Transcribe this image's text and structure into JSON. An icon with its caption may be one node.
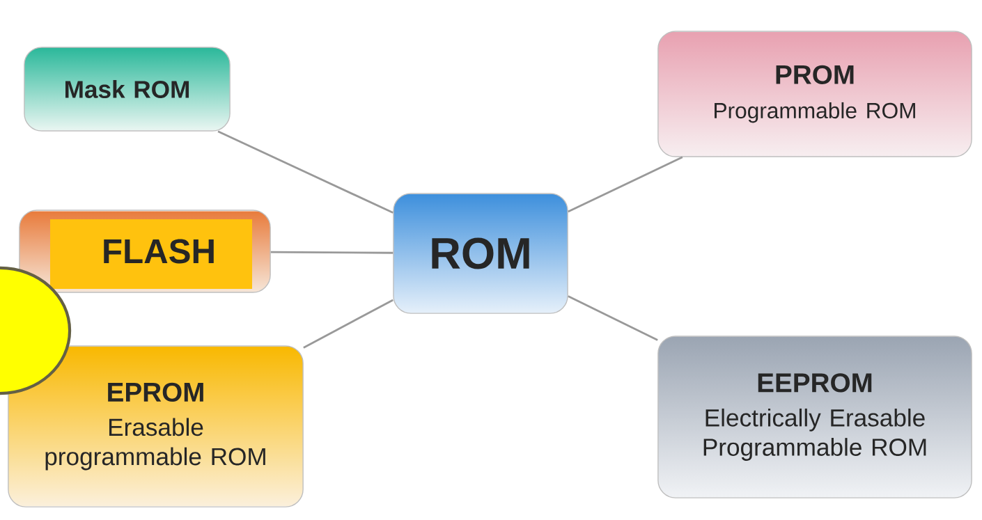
{
  "diagram": {
    "nodes": [
      {
        "text": [
          "ROM"
        ]
      },
      {
        "text": [
          "Mask ROM"
        ]
      },
      {
        "text": [
          "PROM",
          "Programmable ROM"
        ]
      },
      {
        "text": [
          "FLASH"
        ]
      },
      {
        "text": [
          "EPROM",
          "Erasable programmable ROM"
        ]
      },
      {
        "text": [
          "EEPROM",
          "Electrically Erasable Programmable ROM"
        ]
      },
      {
        "text": [],
        "shape": "circle"
      }
    ],
    "edges": [
      {
        "from": 0,
        "to": 1,
        "arrow": "none"
      },
      {
        "from": 0,
        "to": 2,
        "arrow": "none"
      },
      {
        "from": 0,
        "to": 3,
        "arrow": "none"
      },
      {
        "from": 0,
        "to": 4,
        "arrow": "none"
      },
      {
        "from": 0,
        "to": 5,
        "arrow": "none"
      }
    ]
  }
}
